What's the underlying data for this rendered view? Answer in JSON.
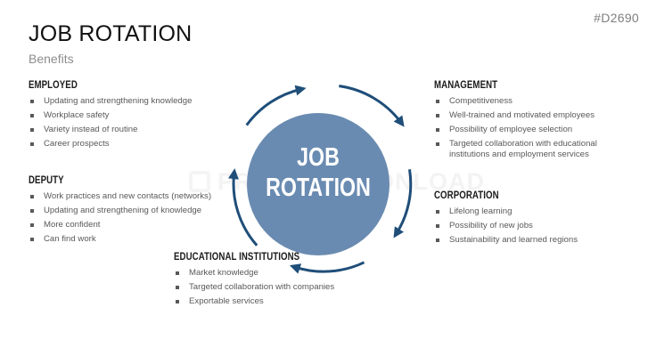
{
  "slide_code": "#D2690",
  "title": "JOB ROTATION",
  "subtitle": "Benefits",
  "center_label": {
    "line1": "JOB",
    "line2": "ROTATION"
  },
  "watermark": "PRESENTATIONLOAD",
  "colors": {
    "circle": "#6a8bb1",
    "arrows": "#1f4e79",
    "text": "#595959"
  },
  "groups": {
    "employed": {
      "heading": "EMPLOYED",
      "items": [
        "Updating and strengthening knowledge",
        "Workplace safety",
        "Variety instead of routine",
        "Career prospects"
      ]
    },
    "deputy": {
      "heading": "DEPUTY",
      "items": [
        "Work practices and new contacts (networks)",
        "Updating and strengthening of  knowledge",
        "More confident",
        "Can find work"
      ]
    },
    "educational": {
      "heading": "EDUCATIONAL INSTITUTIONS",
      "items": [
        "Market knowledge",
        "Targeted collaboration with companies",
        "Exportable services"
      ]
    },
    "management": {
      "heading": "MANAGEMENT",
      "items": [
        "Competitiveness",
        "Well-trained and motivated employees",
        "Possibility of employee selection",
        "Targeted collaboration with educational institutions and employment services"
      ]
    },
    "corporation": {
      "heading": "CORPORATION",
      "items": [
        "Lifelong learning",
        "Possibility of new jobs",
        "Sustainability and learned regions"
      ]
    }
  }
}
